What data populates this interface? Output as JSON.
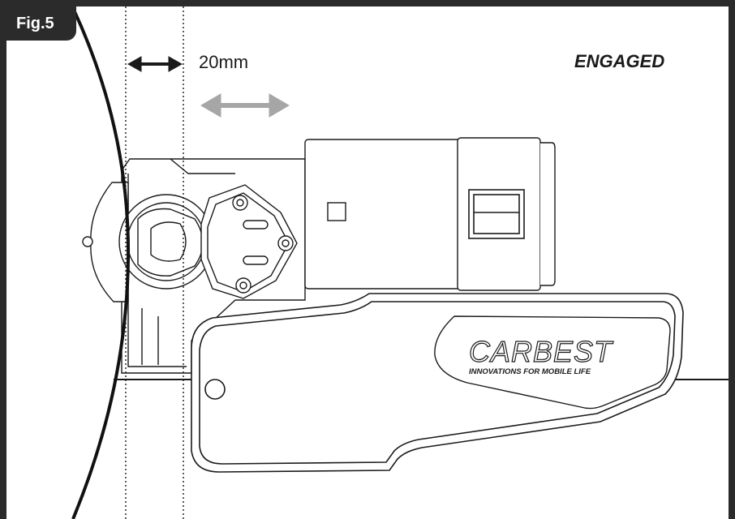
{
  "figure": {
    "label": "Fig.5",
    "dimension": "20mm",
    "state": "ENGAGED"
  },
  "brand": {
    "name": "CARBEST",
    "tagline": "INNOVATIONS FOR MOBILE LIFE"
  },
  "colors": {
    "frame": "#2b2b2b",
    "line": "#1a1a1a",
    "arrow_secondary": "#a6a6a6",
    "body_fill": "#ffffff"
  }
}
